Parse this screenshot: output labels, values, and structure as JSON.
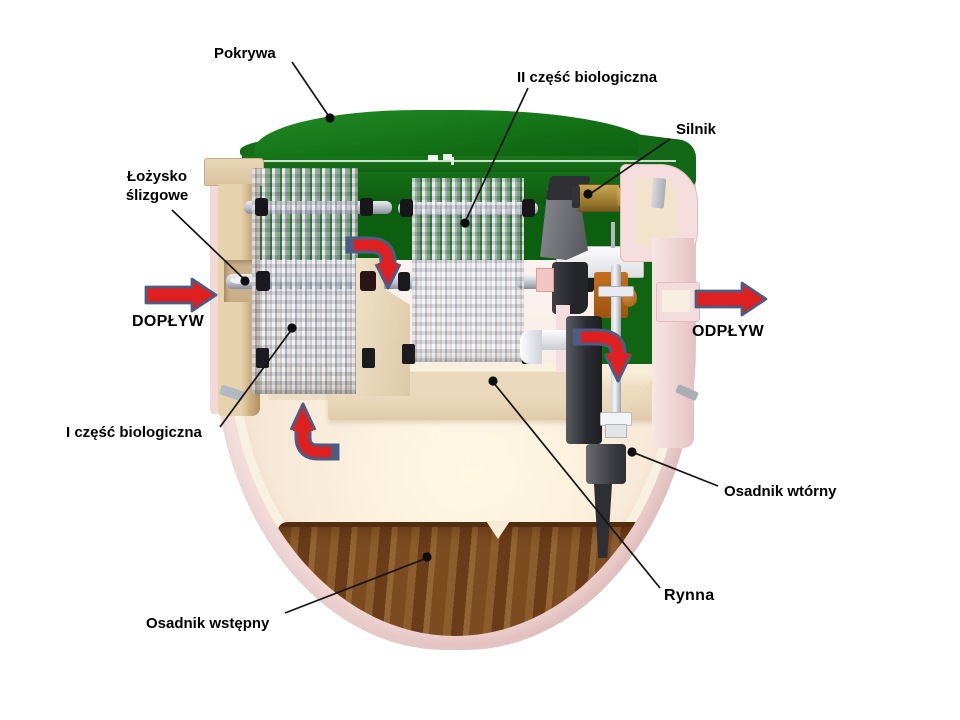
{
  "diagram": {
    "labels": {
      "pokrywa": "Pokrywa",
      "czesc_biologiczna_2": "II część biologiczna",
      "silnik": "Silnik",
      "lozysko_slizgowe": "Łożysko ślizgowe",
      "doplyw": "DOPŁYW",
      "odplyw": "ODPŁYW",
      "czesc_biologiczna_1": "I część biologiczna",
      "osadnik_wtorny": "Osadnik wtórny",
      "rynna": "Rynna",
      "osadnik_wstepny": "Osadnik wstępny"
    },
    "colors": {
      "cover_green": "#156c17",
      "cover_green_dark": "#0d5f10",
      "tank_shell_pink": "#f3dad8",
      "interior_cream": "#f9ecd9",
      "wall_tan": "#d9c29e",
      "sediment_brown": "#7c4b20",
      "disc_silver": "#c6cad2",
      "motor_brass": "#a8853b",
      "machinery_dark": "#2c2e33",
      "orange_unit": "#c4701e",
      "arrow_red": "#df2020",
      "arrow_outline": "#4d5c82",
      "label_text": "#000000"
    }
  }
}
